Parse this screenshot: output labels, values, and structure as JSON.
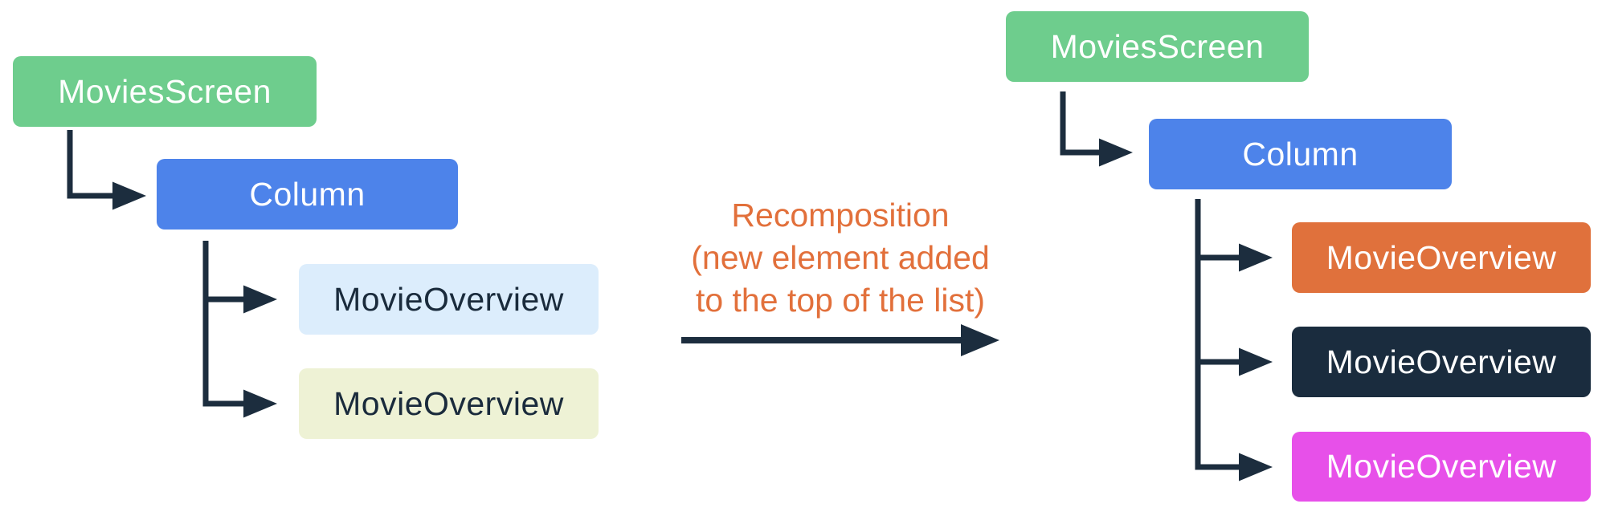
{
  "colors": {
    "connector": "#1C2D3E",
    "caption_text": "#E2703B",
    "light_text": "#FFFFFF",
    "dark_text": "#1A2B3C",
    "green": "#6ECD8D",
    "blue": "#4D83EA",
    "light_blue": "#DCEDFC",
    "cream": "#EEF2D5",
    "orange": "#E0713C",
    "navy": "#1A2C3E",
    "magenta": "#E750E9"
  },
  "left_tree": {
    "nodes": [
      {
        "id": "movies-screen",
        "label": "MoviesScreen",
        "bg": "#6ECD8D",
        "text": "#FFFFFF"
      },
      {
        "id": "column",
        "label": "Column",
        "bg": "#4D83EA",
        "text": "#FFFFFF"
      },
      {
        "id": "movie-overview-1",
        "label": "MovieOverview",
        "bg": "#DCEDFC",
        "text": "#1A2B3C"
      },
      {
        "id": "movie-overview-2",
        "label": "MovieOverview",
        "bg": "#EEF2D5",
        "text": "#1A2B3C"
      }
    ]
  },
  "center": {
    "caption_lines": [
      "Recomposition",
      "(new element added",
      "to the top of the list)"
    ]
  },
  "right_tree": {
    "nodes": [
      {
        "id": "movies-screen",
        "label": "MoviesScreen",
        "bg": "#6ECD8D",
        "text": "#FFFFFF"
      },
      {
        "id": "column",
        "label": "Column",
        "bg": "#4D83EA",
        "text": "#FFFFFF"
      },
      {
        "id": "movie-overview-1",
        "label": "MovieOverview",
        "bg": "#E0713C",
        "text": "#FFFFFF"
      },
      {
        "id": "movie-overview-2",
        "label": "MovieOverview",
        "bg": "#1A2C3E",
        "text": "#FFFFFF"
      },
      {
        "id": "movie-overview-3",
        "label": "MovieOverview",
        "bg": "#E750E9",
        "text": "#FFFFFF"
      }
    ]
  }
}
